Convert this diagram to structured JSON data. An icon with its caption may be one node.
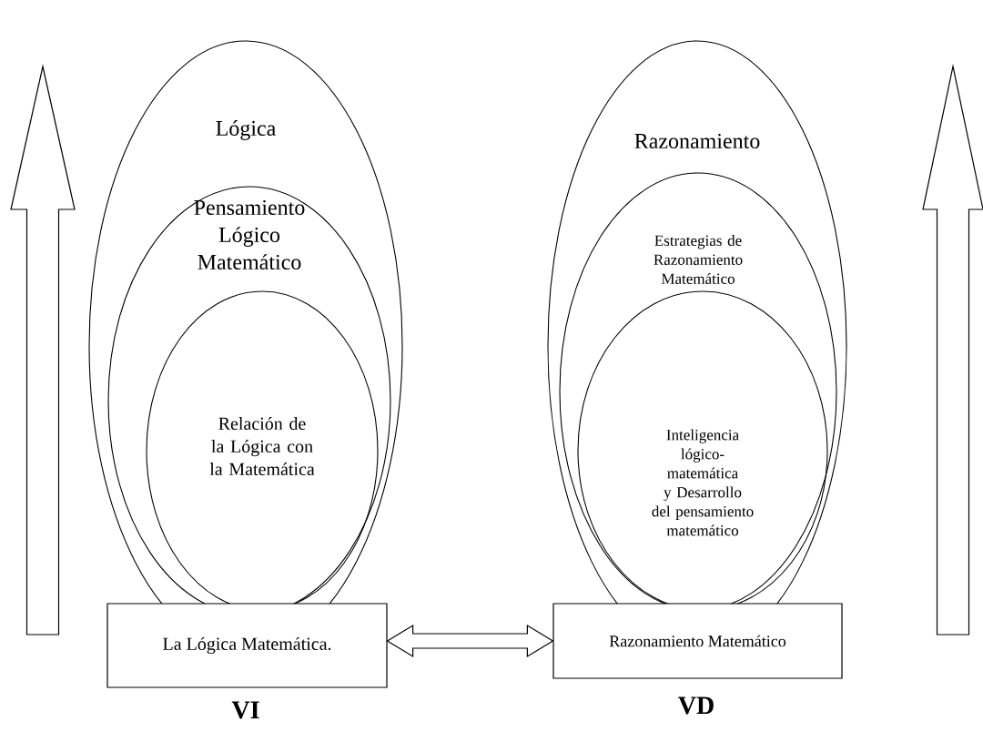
{
  "diagram": {
    "nodes": [
      {
        "text": [
          "La Lógica Matemática."
        ],
        "beside": [
          "VI"
        ]
      },
      {
        "text": [
          "Lógica"
        ]
      },
      {
        "text": [
          "Pensamiento Lógico Matemático"
        ],
        "in": 1
      },
      {
        "text": [
          "Relación de la Lógica con la Matemática"
        ],
        "in": 2
      },
      {
        "text": [
          "Razonamiento Matemático"
        ],
        "beside": [
          "VD"
        ]
      },
      {
        "text": [
          "Razonamiento"
        ]
      },
      {
        "text": [
          "Estrategias de Razonamiento Matemático"
        ],
        "in": 5
      },
      {
        "text": [
          "Inteligencia lógico-matemática y Desarrollo del pensamiento matemático"
        ],
        "in": 6
      }
    ],
    "edges": [
      {
        "from": 0,
        "to": 4,
        "arrow": "both"
      }
    ]
  }
}
